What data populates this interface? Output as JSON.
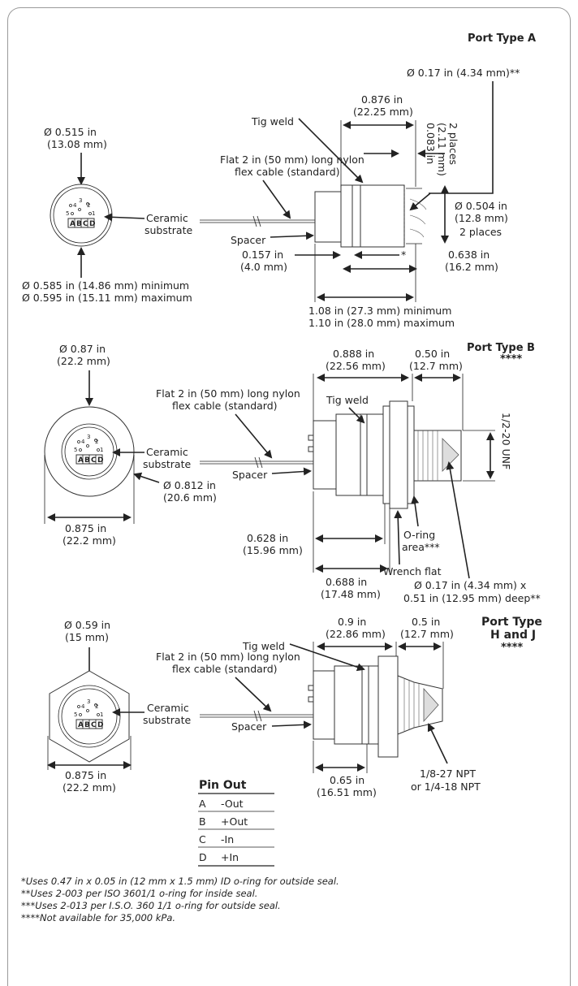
{
  "port_a": {
    "title": "Port Type A",
    "dia_face": [
      "Ø 0.515 in",
      "(13.08 mm)"
    ],
    "min_max": [
      "Ø 0.585 in (14.86 mm) minimum",
      "Ø 0.595 in (15.11 mm) maximum"
    ],
    "ceramic": [
      "Ceramic",
      "substrate"
    ],
    "spacer": "Spacer",
    "flex": [
      "Flat 2 in (50 mm) long nylon",
      "flex cable (standard)"
    ],
    "tig": "Tig weld",
    "len_0876": [
      "0.876 in",
      "(22.25 mm)"
    ],
    "dia_017": "Ø 0.17 in (4.34 mm)**",
    "v_0083": [
      "0.083 in",
      "(2.11 mm)",
      "2 places"
    ],
    "dia_0504": [
      "Ø 0.504 in",
      "(12.8 mm)",
      "2 places"
    ],
    "len_0157": [
      "0.157 in",
      "(4.0 mm)"
    ],
    "star": "*",
    "len_0638": [
      "0.638 in",
      "(16.2 mm)"
    ],
    "len_108": [
      "1.08 in (27.3 mm) minimum",
      "1.10 in (28.0 mm) maximum"
    ]
  },
  "port_b": {
    "title": "Port Type B",
    "stars": "****",
    "dia_087": [
      "Ø 0.87 in",
      "(22.2 mm)"
    ],
    "flex": [
      "Flat 2 in (50 mm) long nylon",
      "flex cable (standard)"
    ],
    "tig": "Tig weld",
    "len_0888": [
      "0.888 in",
      "(22.56 mm)"
    ],
    "len_050": [
      "0.50 in",
      "(12.7 mm)"
    ],
    "thread": "1/2-20 UNF",
    "ceramic": [
      "Ceramic",
      "substrate"
    ],
    "spacer": "Spacer",
    "dia_0812": [
      "Ø 0.812 in",
      "(20.6 mm)"
    ],
    "w_0875": [
      "0.875 in",
      "(22.2 mm)"
    ],
    "len_0628": [
      "0.628 in",
      "(15.96 mm)"
    ],
    "oring": [
      "O-ring",
      "area***"
    ],
    "wrench": "Wrench flat",
    "len_0688": [
      "0.688 in",
      "(17.48 mm)"
    ],
    "bore": [
      "Ø 0.17 in (4.34 mm) x",
      "0.51 in (12.95 mm) deep**"
    ]
  },
  "port_hj": {
    "title": [
      "Port Type",
      "H and J"
    ],
    "stars": "****",
    "dia_059": [
      "Ø 0.59 in",
      "(15 mm)"
    ],
    "tig": "Tig weld",
    "len_09": [
      "0.9 in",
      "(22.86 mm)"
    ],
    "len_05": [
      "0.5 in",
      "(12.7 mm)"
    ],
    "flex": [
      "Flat 2 in (50 mm) long nylon",
      "flex cable (standard)"
    ],
    "ceramic": [
      "Ceramic",
      "substrate"
    ],
    "spacer": "Spacer",
    "w_0875": [
      "0.875 in",
      "(22.2 mm)"
    ],
    "len_065": [
      "0.65 in",
      "(16.51 mm)"
    ],
    "npt": [
      "1/8-27 NPT",
      "or 1/4-18 NPT"
    ]
  },
  "pinout": {
    "title": "Pin Out",
    "rows": [
      {
        "pin": "A",
        "signal": "-Out"
      },
      {
        "pin": "B",
        "signal": "+Out"
      },
      {
        "pin": "C",
        "signal": "-In"
      },
      {
        "pin": "D",
        "signal": "+In"
      }
    ]
  },
  "face": {
    "pins": [
      "1",
      "2",
      "3",
      "4",
      "5"
    ],
    "pads": [
      "A",
      "B",
      "C",
      "D"
    ]
  },
  "footnotes": [
    "*Uses 0.47 in x 0.05 in (12 mm x 1.5 mm) ID o-ring for outside seal.",
    "**Uses 2-003 per ISO 3601/1 o-ring for inside seal.",
    "***Uses 2-013 per I.S.O. 360 1/1 o-ring for outside seal.",
    "****Not available for 35,000 kPa."
  ]
}
